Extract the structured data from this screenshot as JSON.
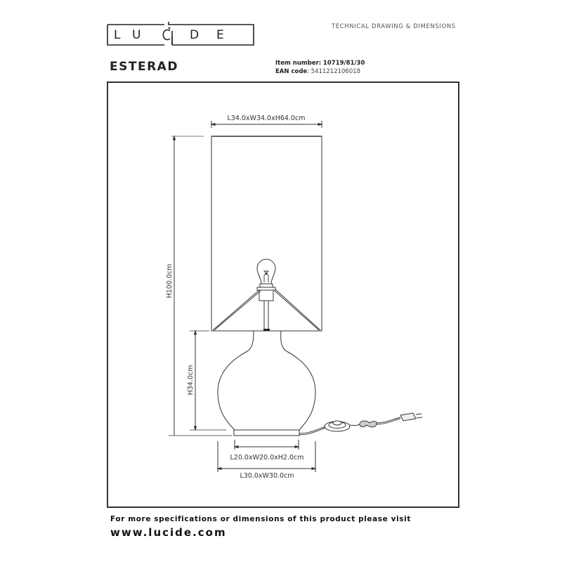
{
  "header": {
    "brand": "LUCIDE",
    "brand_letters": [
      "L",
      "U",
      "C",
      "I",
      "D",
      "E"
    ],
    "document_type": "TECHNICAL DRAWING & DIMENSIONS",
    "product_name": "ESTERAD",
    "item_number_label": "Item number:",
    "item_number": "10719/81/30",
    "ean_label": "EAN code",
    "ean_code": "5411212106018"
  },
  "drawing": {
    "shade_dimensions": "L34.0xW34.0xH64.0cm",
    "total_height": "H100.0cm",
    "base_height": "H34.0cm",
    "base_plate_dimensions": "L20.0xW20.0xH2.0cm",
    "footprint_dimensions": "L30.0xW30.0cm",
    "components": [
      "lamp-shade",
      "bulb",
      "socket",
      "glass-body",
      "base-plate",
      "foot-switch",
      "cable",
      "euro-plug"
    ]
  },
  "footer": {
    "more_info_text": "For more specifications or dimensions of this product please visit",
    "website": "www.lucide.com"
  },
  "colors": {
    "line": "#333333",
    "text": "#111111",
    "muted": "#555555"
  }
}
